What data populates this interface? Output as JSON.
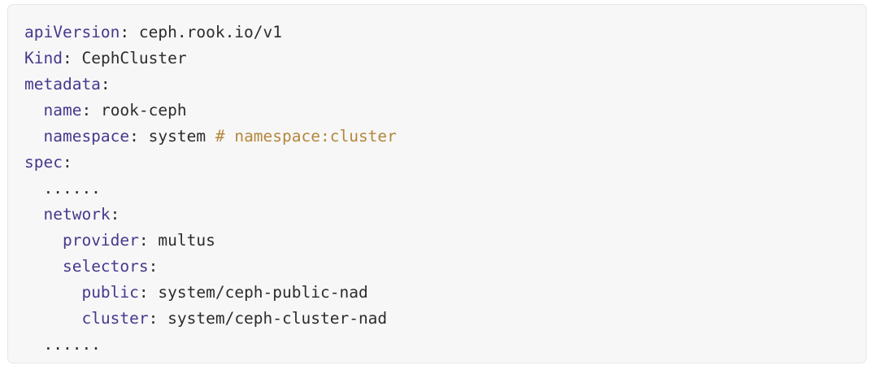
{
  "card": {
    "language": "yaml",
    "background": "#f7f7f8",
    "border_color": "#e6e6e9"
  },
  "colors": {
    "key": "#45398c",
    "value": "#2c2c2c",
    "punctuation": "#2c2c2c",
    "comment": "#b4873b",
    "page_background": "#ffffff"
  },
  "code": {
    "lines": [
      {
        "indent": "",
        "key": "apiVersion",
        "colon": ":",
        "space": " ",
        "value": "ceph.rook.io/v1",
        "comment": ""
      },
      {
        "indent": "",
        "key": "Kind",
        "colon": ":",
        "space": " ",
        "value": "CephCluster",
        "comment": ""
      },
      {
        "indent": "",
        "key": "metadata",
        "colon": ":",
        "space": "",
        "value": "",
        "comment": ""
      },
      {
        "indent": "  ",
        "key": "name",
        "colon": ":",
        "space": " ",
        "value": "rook-ceph",
        "comment": ""
      },
      {
        "indent": "  ",
        "key": "namespace",
        "colon": ":",
        "space": " ",
        "value": "system ",
        "comment": "# namespace:cluster"
      },
      {
        "indent": "",
        "key": "spec",
        "colon": ":",
        "space": "",
        "value": "",
        "comment": ""
      },
      {
        "indent": "  ",
        "key": "",
        "colon": "",
        "space": "",
        "value": "",
        "comment": "",
        "elision": "......"
      },
      {
        "indent": "  ",
        "key": "network",
        "colon": ":",
        "space": "",
        "value": "",
        "comment": ""
      },
      {
        "indent": "    ",
        "key": "provider",
        "colon": ":",
        "space": " ",
        "value": "multus",
        "comment": ""
      },
      {
        "indent": "    ",
        "key": "selectors",
        "colon": ":",
        "space": "",
        "value": "",
        "comment": ""
      },
      {
        "indent": "      ",
        "key": "public",
        "colon": ":",
        "space": " ",
        "value": "system/ceph-public-nad",
        "comment": ""
      },
      {
        "indent": "      ",
        "key": "cluster",
        "colon": ":",
        "space": " ",
        "value": "system/ceph-cluster-nad",
        "comment": ""
      },
      {
        "indent": "  ",
        "key": "",
        "colon": "",
        "space": "",
        "value": "",
        "comment": "",
        "elision": "......"
      }
    ]
  }
}
